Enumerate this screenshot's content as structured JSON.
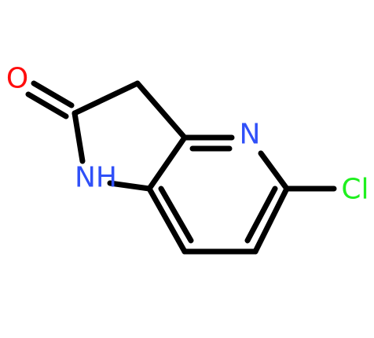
{
  "molecule": {
    "atoms": {
      "oxygen": {
        "label": "O",
        "color": "#ff0d0d"
      },
      "nh": {
        "label": "NH",
        "color": "#3050f8"
      },
      "pyridine_n": {
        "label": "N",
        "color": "#3050f8"
      },
      "chlorine": {
        "label": "Cl",
        "color": "#1ff01f"
      }
    },
    "bond_color": "#000000"
  }
}
